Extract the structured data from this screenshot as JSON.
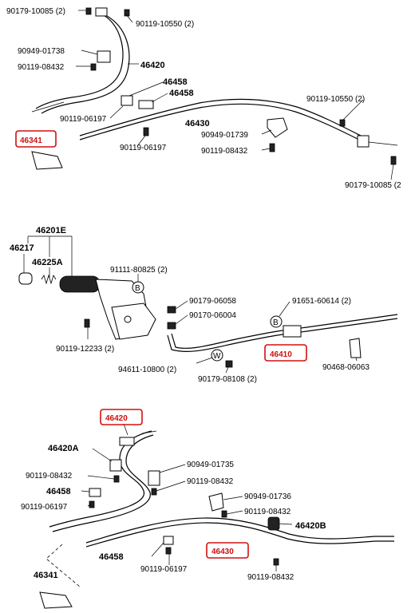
{
  "diagram1": {
    "labels": {
      "l_90179_10085_tl": "90179-10085 (2)",
      "l_90119_10550_t": "90119-10550 (2)",
      "l_90949_01738": "90949-01738",
      "l_46420": "46420",
      "l_90119_08432_a": "90119-08432",
      "l_46458_a": "46458",
      "l_46458_b": "46458",
      "l_90119_06197_a": "90119-06197",
      "l_46430": "46430",
      "l_90119_10550_r": "90119-10550 (2)",
      "l_90949_01739": "90949-01739",
      "l_90119_06197_b": "90119-06197",
      "l_90119_08432_b": "90119-08432",
      "l_90179_10085_br": "90179-10085 (2",
      "l_46341_hl": "46341"
    }
  },
  "diagram2": {
    "labels": {
      "l_46201e": "46201E",
      "l_46217": "46217",
      "l_46225a": "46225A",
      "l_91111_80825": "91111-80825 (2)",
      "l_90179_06058": "90179-06058",
      "l_90170_06004": "90170-06004",
      "l_91651_60614": "91651-60614 (2)",
      "l_90119_12233": "90119-12233 (2)",
      "l_46410_hl": "46410",
      "l_94611_10800": "94611-10800 (2)",
      "l_90179_08108": "90179-08108 (2)",
      "l_90468_06063": "90468-06063",
      "marker_b1": "B",
      "marker_b2": "B",
      "marker_w": "W"
    }
  },
  "diagram3": {
    "labels": {
      "l_46420_hl": "46420",
      "l_46420a": "46420A",
      "l_90949_01735": "90949-01735",
      "l_90119_08432_c": "90119-08432",
      "l_90119_08432_d": "90119-08432",
      "l_46458_c": "46458",
      "l_90119_06197_c": "90119-06197",
      "l_90949_01736": "90949-01736",
      "l_90119_08432_e": "90119-08432",
      "l_46420b": "46420B",
      "l_46458_d": "46458",
      "l_90119_06197_d": "90119-06197",
      "l_46430_hl": "46430",
      "l_90119_08432_f": "90119-08432",
      "l_46341": "46341"
    }
  }
}
